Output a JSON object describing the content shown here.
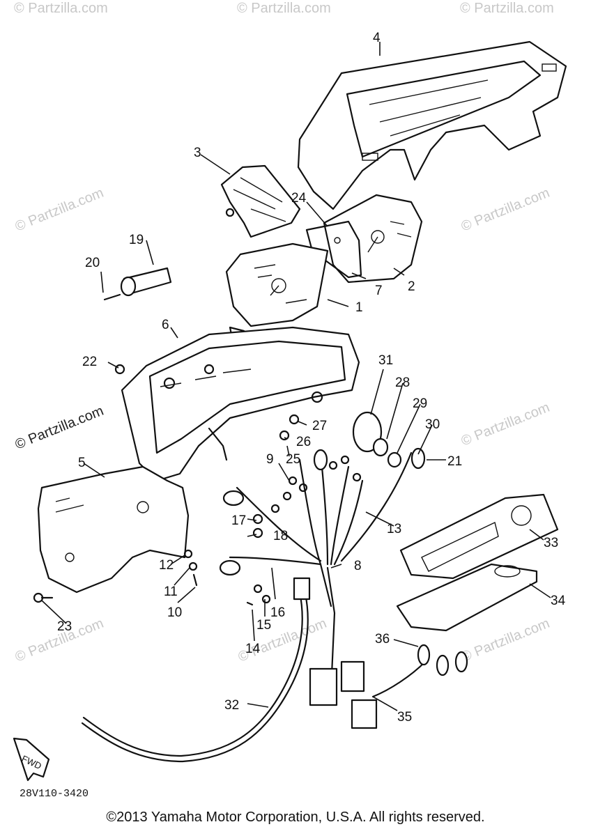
{
  "diagram": {
    "callouts": [
      "1",
      "2",
      "3",
      "4",
      "5",
      "6",
      "7",
      "8",
      "9",
      "10",
      "11",
      "12",
      "13",
      "14",
      "15",
      "16",
      "17",
      "18",
      "19",
      "20",
      "21",
      "22",
      "23",
      "24",
      "25",
      "26",
      "27",
      "28",
      "29",
      "30",
      "31",
      "32",
      "33",
      "34",
      "35",
      "36"
    ],
    "drawing_code": "28V110-3420",
    "fwd_label": "FWD",
    "watermark": "© Partzilla.com"
  },
  "footer": {
    "copyright": "©2013  Yamaha Motor Corporation, U.S.A. All rights reserved."
  }
}
